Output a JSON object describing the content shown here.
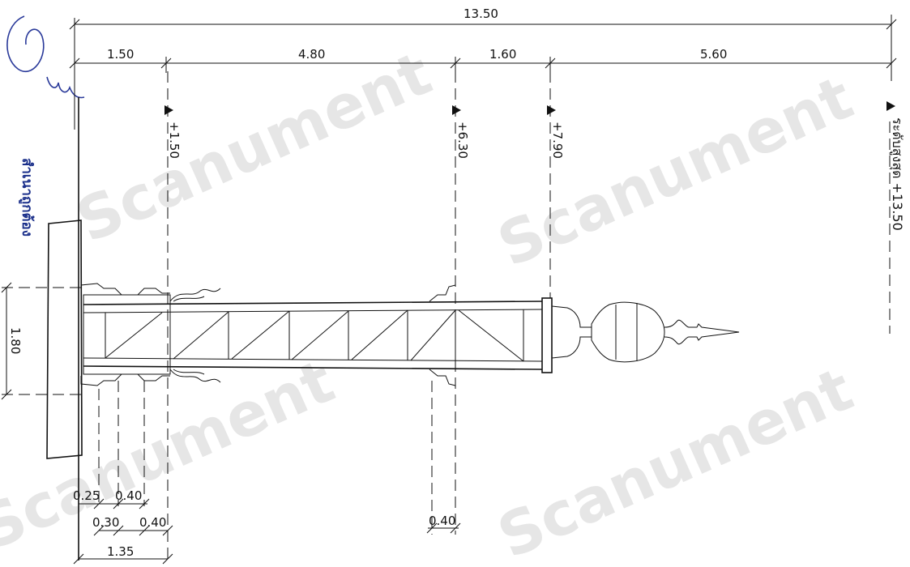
{
  "watermark": "Scanument",
  "dimensions": {
    "total": "13.50",
    "seg_1": "1.50",
    "seg_2": "4.80",
    "seg_3": "1.60",
    "seg_4": "5.60",
    "height": "1.80",
    "d_025": "0.25",
    "d_040_top": "0.40",
    "d_030": "0.30",
    "d_040_bottom": "0.40",
    "d_135": "1.35",
    "d_040_right": "0.40"
  },
  "levels": {
    "l1": "+1.50",
    "l2": "+6.30",
    "l3": "+7.90",
    "max_label": "ระดับสูงสุด +13.50"
  },
  "notes": {
    "stamp_text": "สำเนาถูกต้อง"
  }
}
